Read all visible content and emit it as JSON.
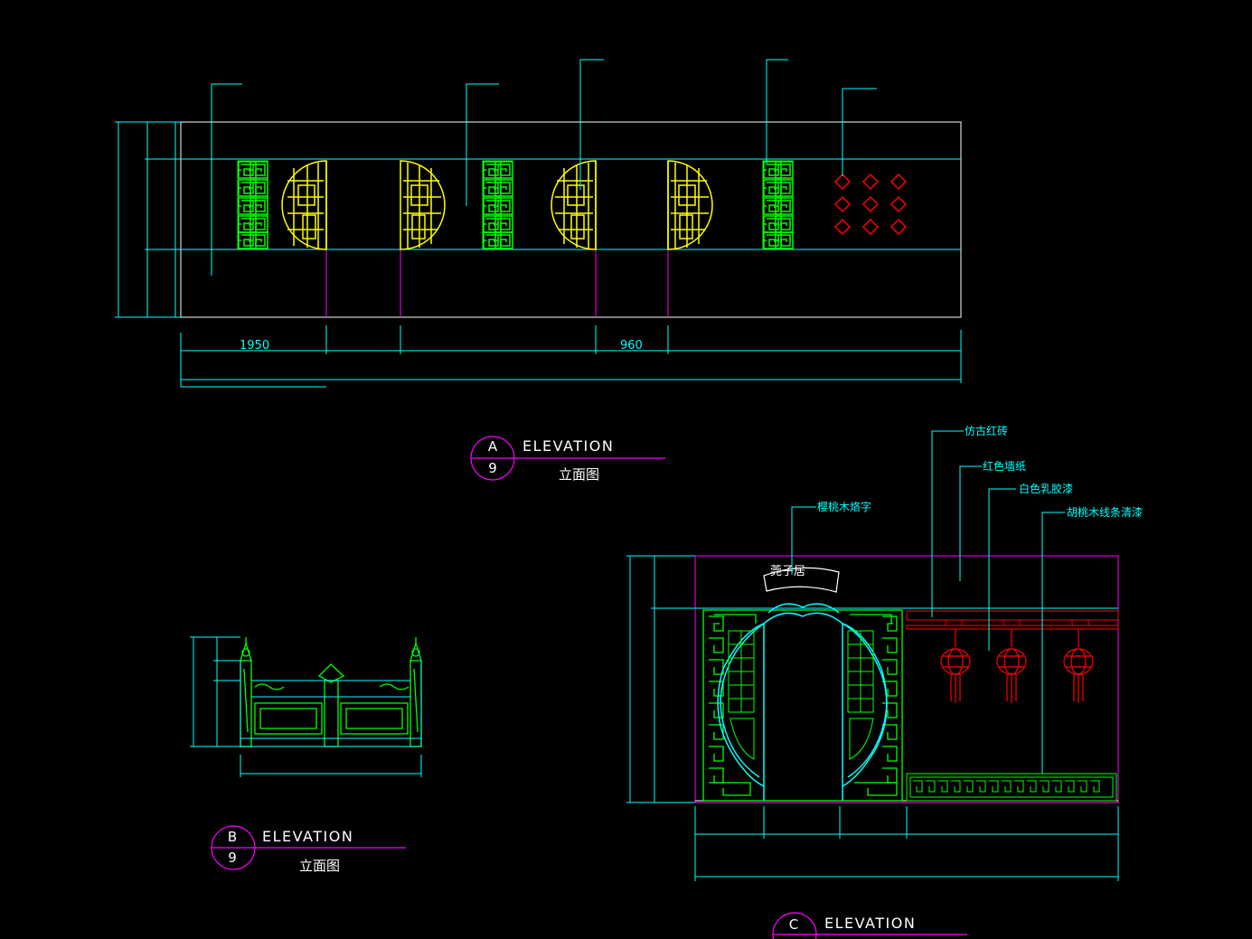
{
  "colors": {
    "background": "#000000",
    "outline": "#ffffff",
    "dimension": "#00ffff",
    "leader": "#00ffff",
    "magenta": "#ff00ff",
    "lattice_green": "#00ff00",
    "lattice_yellow": "#ffff00",
    "red_tiles": "#ff0000"
  },
  "elevation_a": {
    "dim_left": "1950",
    "dim_mid": "960",
    "tag_letter": "A",
    "tag_sheet": "9",
    "title": "ELEVATION",
    "subtitle": "立面图"
  },
  "elevation_b": {
    "tag_letter": "B",
    "tag_sheet": "9",
    "title": "ELEVATION",
    "subtitle": "立面图"
  },
  "elevation_c": {
    "tag_letter": "C",
    "title": "ELEVATION",
    "sign_text": "莞子居",
    "labels": [
      "仿古红砖",
      "红色墙纸",
      "白色乳胶漆",
      "胡桃木线条清漆",
      "樱桃木烙字"
    ]
  }
}
